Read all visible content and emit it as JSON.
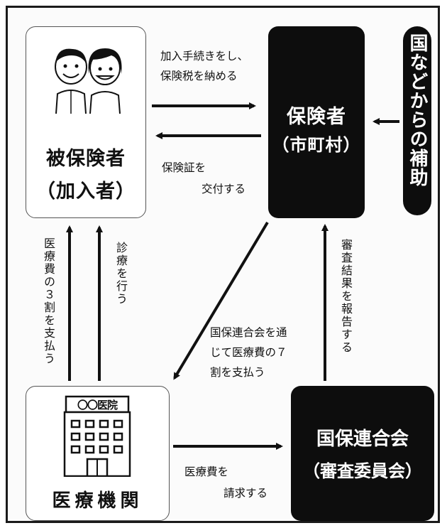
{
  "nodes": {
    "insured": {
      "title_line1": "被保険者",
      "title_line2": "（加入者）"
    },
    "insurer": {
      "title_line1": "保険者",
      "title_line2": "（市町村）"
    },
    "subsidy": {
      "label": "国などからの補助"
    },
    "hospital": {
      "sign": "〇〇医院",
      "title": "医療機関"
    },
    "federation": {
      "title_line1": "国保連合会",
      "title_line2": "（審査委員会）"
    }
  },
  "flows": {
    "enroll": {
      "line1": "加入手続きをし、",
      "line2": "保険税を納める"
    },
    "card": {
      "line1": "保険証を",
      "line2": "交付する"
    },
    "pay30": "医療費の３割を支払う",
    "treat": "診療を行う",
    "pay70": {
      "line1": "国保連合会を通",
      "line2": "じて医療費の７",
      "line3": "割を支払う"
    },
    "report": "審査結果を報告する",
    "claim": {
      "line1": "医療費を",
      "line2": "請求する"
    }
  },
  "colors": {
    "dark": "#0d0d0d",
    "frame": "#1a1a1a",
    "light_box": "#ffffff"
  }
}
